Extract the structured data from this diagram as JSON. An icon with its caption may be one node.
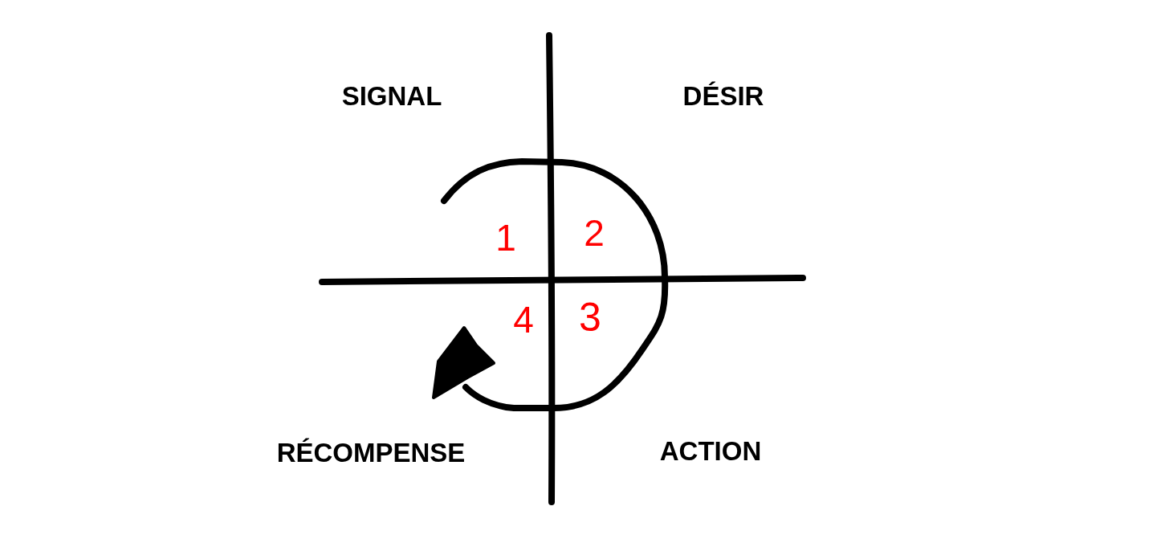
{
  "diagram": {
    "labels": [
      "SIGNAL",
      "DÉSIR",
      "1",
      "2",
      "4",
      "3",
      "RÉCOMPENSE",
      "ACTION"
    ]
  }
}
